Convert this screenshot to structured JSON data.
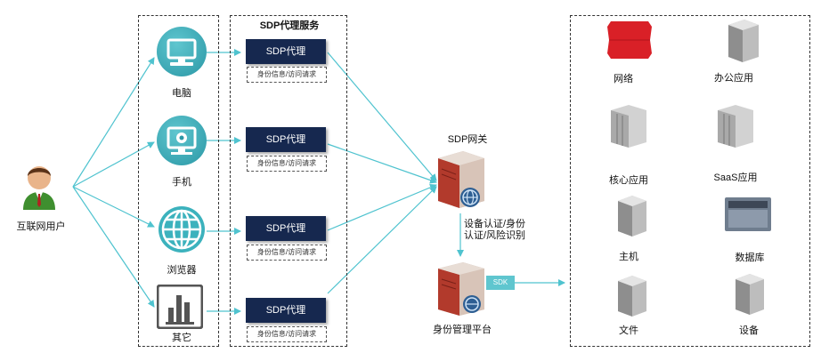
{
  "user": {
    "label": "互联网用户"
  },
  "devices": [
    {
      "label": "电脑",
      "icon": "computer-icon"
    },
    {
      "label": "手机",
      "icon": "phone-icon"
    },
    {
      "label": "浏览器",
      "icon": "globe-icon"
    },
    {
      "label": "其它",
      "icon": "bar-chart-icon"
    }
  ],
  "proxy_service": {
    "title": "SDP代理服务",
    "proxies": [
      {
        "label": "SDP代理",
        "request": "身份信息/访问请求"
      },
      {
        "label": "SDP代理",
        "request": "身份信息/访问请求"
      },
      {
        "label": "SDP代理",
        "request": "身份信息/访问请求"
      },
      {
        "label": "SDP代理",
        "request": "身份信息/访问请求"
      }
    ]
  },
  "gateway": {
    "label": "SDP网关"
  },
  "auth_note": {
    "line1": "设备认证/身份",
    "line2": "认证/风险识别"
  },
  "identity_platform": {
    "label": "身份管理平台",
    "sdk": "SDK"
  },
  "resources": [
    {
      "label": "网络",
      "icon": "network-icon"
    },
    {
      "label": "办公应用",
      "icon": "server-icon"
    },
    {
      "label": "核心应用",
      "icon": "server-rack-icon"
    },
    {
      "label": "SaaS应用",
      "icon": "server-rack-icon"
    },
    {
      "label": "主机",
      "icon": "server-icon"
    },
    {
      "label": "数据库",
      "icon": "database-icon"
    },
    {
      "label": "文件",
      "icon": "server-icon"
    },
    {
      "label": "设备",
      "icon": "server-icon"
    }
  ],
  "colors": {
    "arrow": "#4fc3cf",
    "proxy_bg": "#16284f",
    "icon_teal": "#2a97a5"
  }
}
